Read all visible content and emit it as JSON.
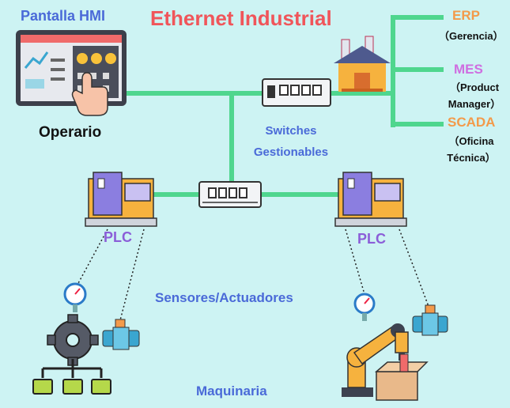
{
  "title": "Ethernet Industrial",
  "hmi": {
    "label": "Pantalla HMI",
    "operator": "Operario"
  },
  "enterprise": {
    "erp": {
      "label": "ERP",
      "sub": "（Gerencia）"
    },
    "mes": {
      "label": "MES",
      "sub": "（Product Manager）"
    },
    "scada": {
      "label": "SCADA",
      "sub": "（Oficina Técnica）"
    }
  },
  "switches_label": "Switches Gestionables",
  "plc_left": "PLC",
  "plc_right": "PLC",
  "sensors_label": "Sensores/Actuadores",
  "machinery_label": "Maquinaria",
  "colors": {
    "background": "#cdf3f3",
    "network_line": "#4fd68e",
    "title": "#f0555a",
    "blue_labels": "#4a6ad8",
    "orange_labels": "#f39a4a",
    "mes_label": "#cf6ee0",
    "plc_label": "#8b5ed8"
  },
  "icons": [
    "hmi-screen-icon",
    "touch-hand-icon",
    "factory-icon",
    "network-switch-icon",
    "plc-icon",
    "pressure-gauge-icon",
    "valve-icon",
    "gear-icon",
    "robot-arm-icon",
    "box-icon"
  ]
}
